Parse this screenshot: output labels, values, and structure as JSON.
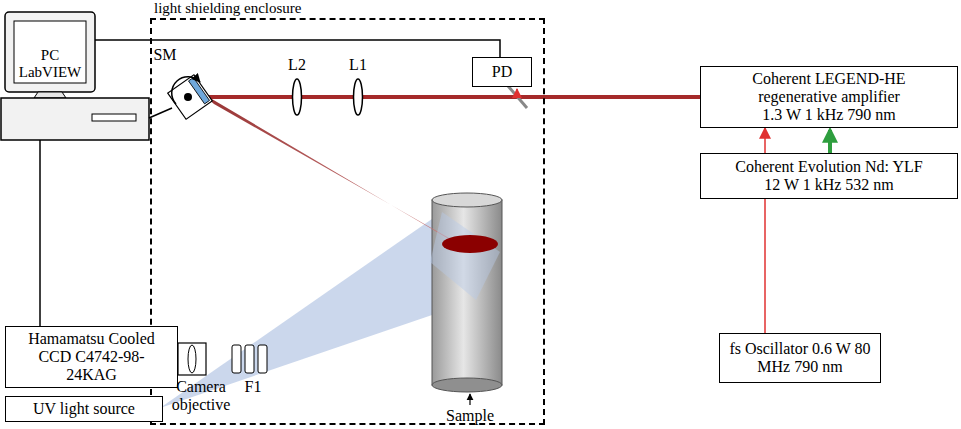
{
  "diagram": {
    "nodes": [
      {
        "text": [
          "light shielding enclosure"
        ]
      },
      {
        "text": [
          "PC LabVIEW"
        ]
      },
      {
        "text": [
          "PD"
        ],
        "in": 0
      },
      {
        "text": [
          "Coherent LEGEND-HE regenerative amplifier 1.3 W 1 kHz 790 nm"
        ]
      },
      {
        "text": [
          "Coherent Evolution Nd: YLF 12 W 1 kHz 532 nm"
        ]
      },
      {
        "text": [
          "fs Oscillator 0.6 W 80 MHz 790 nm"
        ]
      },
      {
        "text": [
          "Hamamatsu Cooled CCD C4742-98-24KAG"
        ]
      },
      {
        "text": [
          "UV light source"
        ]
      }
    ],
    "edges": [
      {
        "from": 1,
        "to": 2,
        "arrow": "none"
      },
      {
        "from": 1,
        "to": 6,
        "arrow": "none"
      },
      {
        "from": 4,
        "to": 3,
        "arrow": "to"
      },
      {
        "from": 5,
        "to": 3,
        "arrow": "to"
      }
    ],
    "labels": [
      "SM",
      "L2",
      "L1",
      "F1",
      "Camera objective",
      "Sample"
    ]
  }
}
